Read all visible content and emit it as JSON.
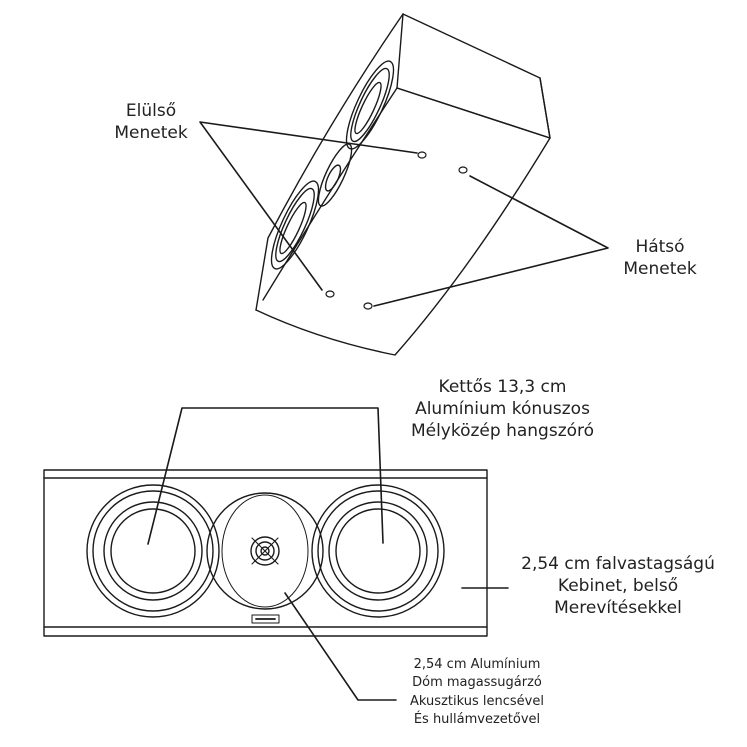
{
  "labels": {
    "front_threads": [
      "Elülső",
      "Menetek"
    ],
    "rear_threads": [
      "Hátsó",
      "Menetek"
    ],
    "woofers": [
      "Kettős 13,3 cm",
      "Alumínium kónuszos",
      "Mélyközép hangszóró"
    ],
    "cabinet": [
      "2,54 cm falvastagságú",
      "Kebinet, belső",
      "Merevítésekkel"
    ],
    "tweeter": [
      "2,54 cm Alumínium",
      "Dóm magassugárzó",
      "Akusztikus lencsével",
      "És hullámvezetővel"
    ]
  },
  "colors": {
    "line": "#1a1a1a",
    "text": "#222222",
    "background": "#ffffff"
  }
}
